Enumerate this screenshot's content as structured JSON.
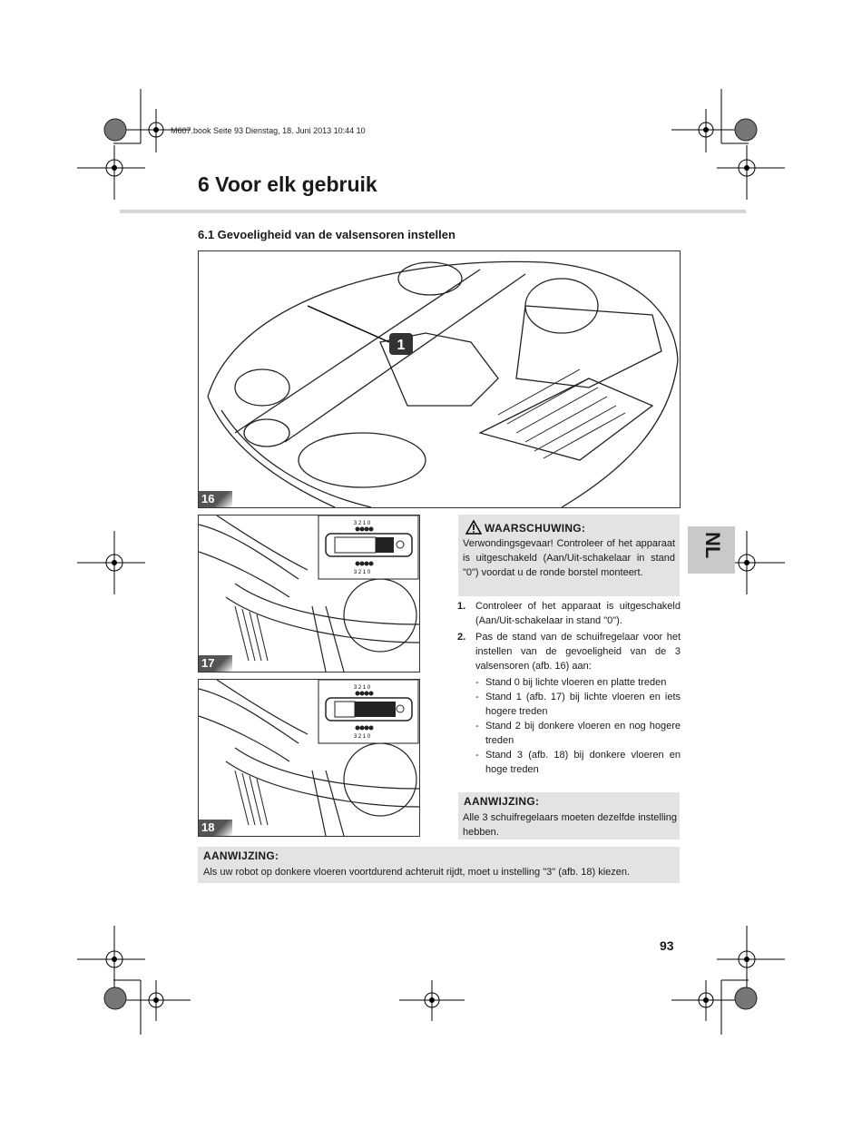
{
  "print_header": "M607.book  Seite 93  Dienstag, 18. Juni 2013  10:44 10",
  "chapter_title": "6   Voor elk gebruik",
  "section_title": "6.1    Gevoeligheid van de valsensoren instellen",
  "language_tab": "NL",
  "figures": {
    "fig16": {
      "number": "16",
      "callout": "1"
    },
    "fig17": {
      "number": "17",
      "scale_top": "3 2 1 0",
      "scale_bottom": "3 2 1 0"
    },
    "fig18": {
      "number": "18",
      "scale_top": "3 2 1 0",
      "scale_bottom": "3 2 1 0"
    }
  },
  "warning": {
    "title": "WAARSCHUWING:",
    "text": "Verwondingsgevaar! Controleer of het apparaat is uitgeschakeld (Aan/Uit-schakelaar in stand \"0\") voordat u de ronde borstel monteert."
  },
  "steps": [
    {
      "num": "1.",
      "text": "Controleer of het apparaat is uitgeschakeld (Aan/Uit-schakelaar in stand \"0\")."
    },
    {
      "num": "2.",
      "text": "Pas de stand van de schuifregelaar voor het instellen van de gevoeligheid van de 3 valsensoren (afb. 16) aan:"
    }
  ],
  "sub_items": [
    "Stand 0 bij lichte vloeren en platte treden",
    "Stand 1 (afb. 17) bij lichte vloeren en iets hogere treden",
    "Stand 2 bij donkere vloeren en nog hogere treden",
    "Stand 3 (afb. 18) bij donkere vloeren en hoge treden"
  ],
  "note_small": {
    "title": "AANWIJZING:",
    "text": "Alle 3 schuifregelaars moeten dezelfde instelling hebben."
  },
  "note_wide": {
    "title": "AANWIJZING:",
    "text": "Als uw robot op donkere vloeren voortdurend achteruit rijdt, moet u instelling \"3\" (afb. 18) kiezen."
  },
  "page_number": "93"
}
